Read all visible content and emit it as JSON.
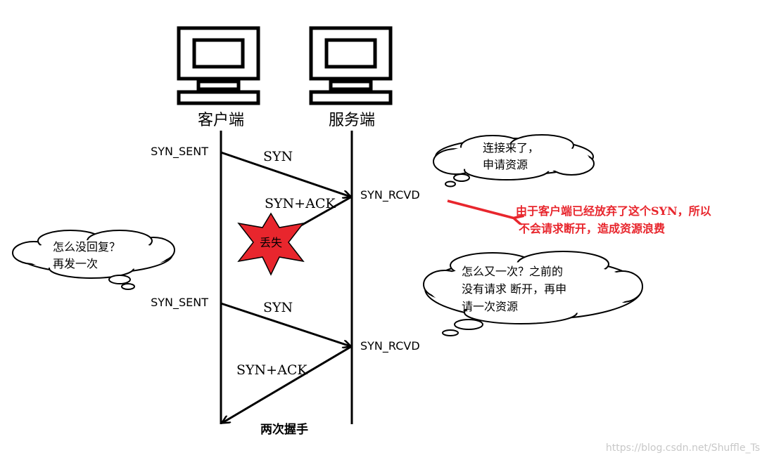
{
  "hosts": {
    "client": "客户端",
    "server": "服务端"
  },
  "states": {
    "syn_sent_1": "SYN_SENT",
    "syn_rcvd_1": "SYN_RCVD",
    "syn_sent_2": "SYN_SENT",
    "syn_rcvd_2": "SYN_RCVD"
  },
  "messages": {
    "syn_1": "SYN",
    "synack_1": "SYN+ACK",
    "syn_2": "SYN",
    "synack_2": "SYN+ACK"
  },
  "lost_label": "丢失",
  "bubbles": {
    "server_1": [
      "连接来了，",
      "申请资源"
    ],
    "client_1": [
      "怎么没回复？",
      "再发一次"
    ],
    "server_2": [
      "怎么又一次？之前的",
      "没有请求 断开，再申",
      "请一次资源"
    ]
  },
  "annotation": [
    "由于客户端已经放弃了这个SYN，所以",
    "不会请求断开，造成资源浪费"
  ],
  "footer": "两次握手",
  "watermark": "https://blog.csdn.net/Shuffle_Ts",
  "colors": {
    "line": "#000000",
    "lost_star": "#e8262d",
    "annotation": "#e8262d",
    "watermark": "#c8c8c8"
  }
}
